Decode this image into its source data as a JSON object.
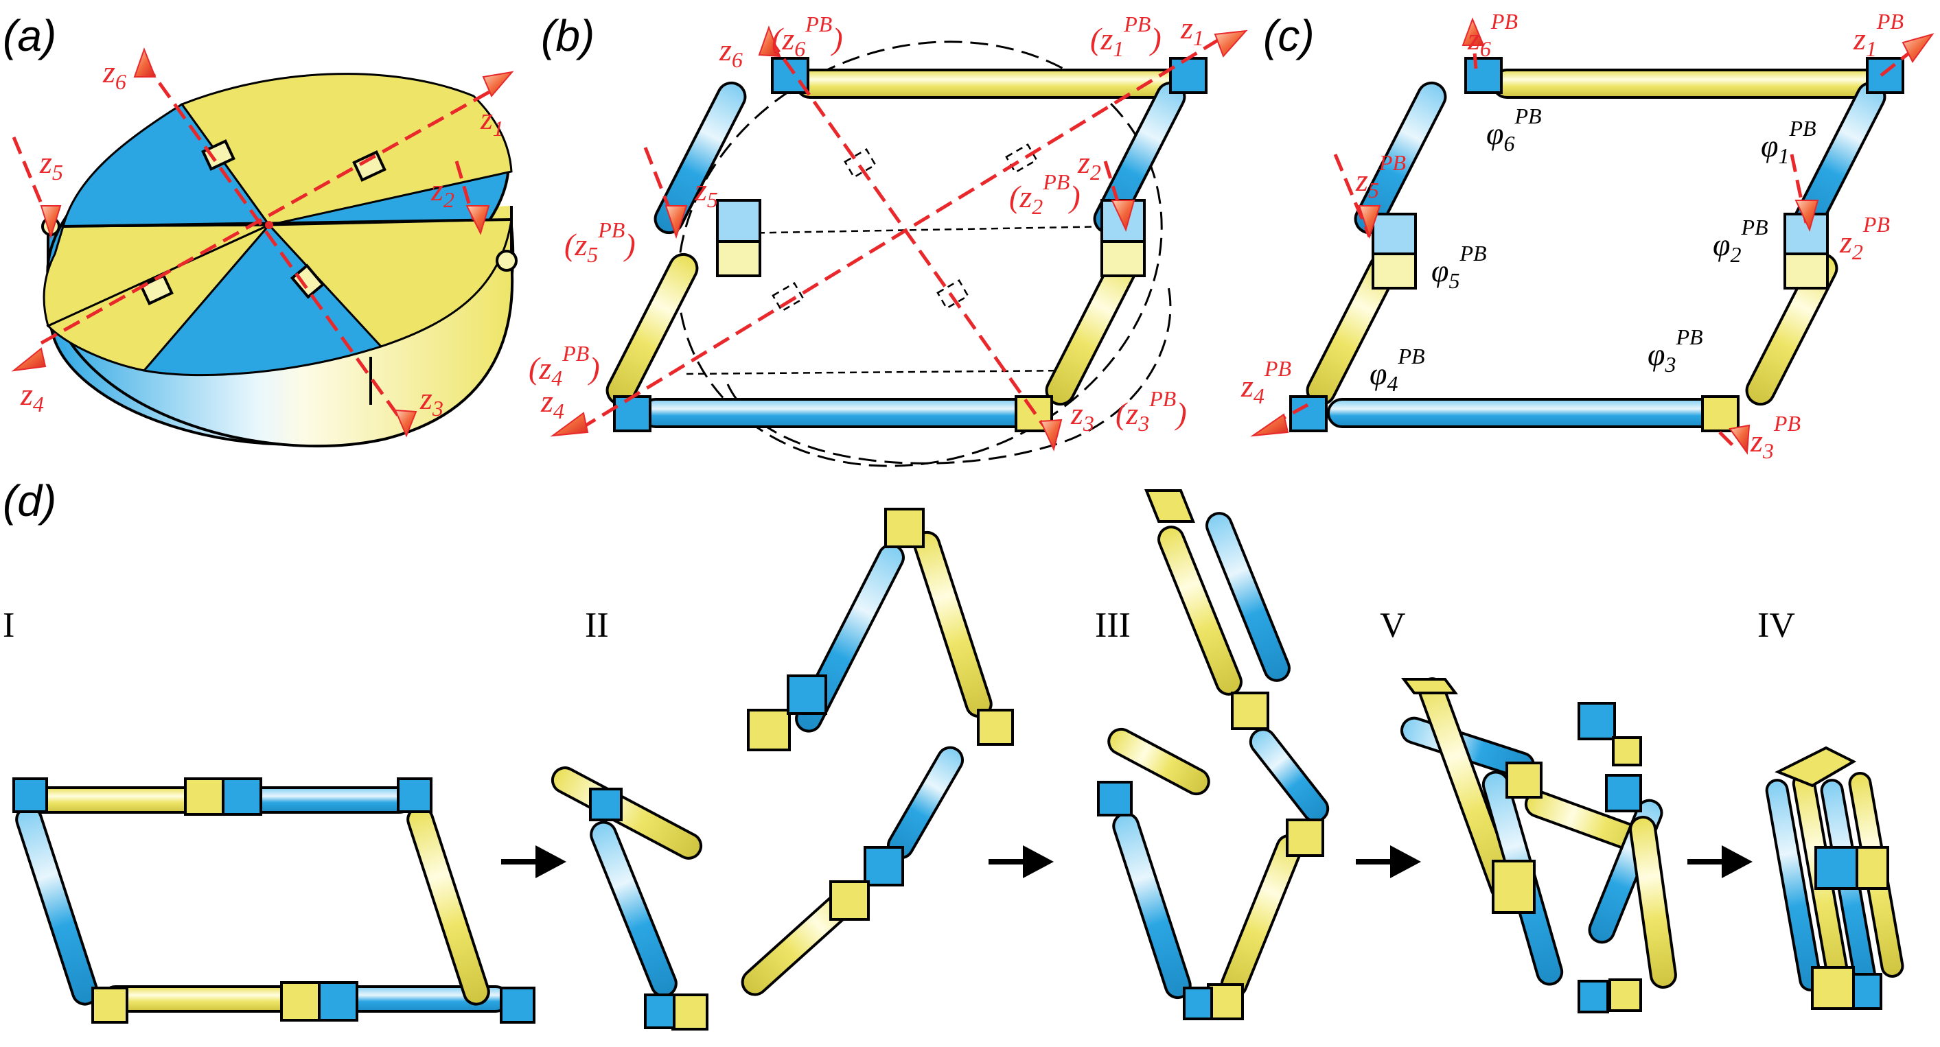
{
  "panels": {
    "a": {
      "label": "(a)"
    },
    "b": {
      "label": "(b)"
    },
    "c": {
      "label": "(c)"
    },
    "d": {
      "label": "(d)"
    }
  },
  "stages": [
    "I",
    "II",
    "III",
    "V",
    "IV"
  ],
  "axes": {
    "z": "z",
    "pb": "PB",
    "phi": "φ",
    "indices": [
      "1",
      "2",
      "3",
      "4",
      "5",
      "6"
    ],
    "open_paren": "(",
    "close_paren": ")"
  },
  "colors": {
    "blue": "#2ba6e3",
    "yellow": "#eee568",
    "red_axis": "#e8282b",
    "outline": "#000000"
  }
}
